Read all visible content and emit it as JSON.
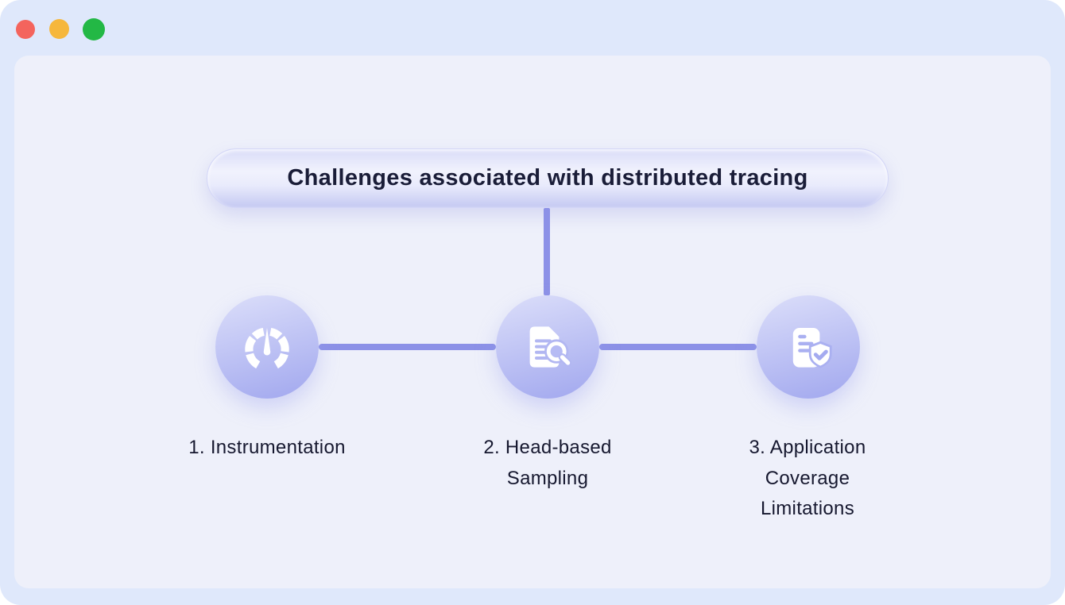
{
  "window": {
    "traffic_lights": {
      "close": "close-button",
      "minimize": "minimize-button",
      "zoom": "zoom-button"
    }
  },
  "diagram": {
    "title": "Challenges associated with distributed tracing",
    "nodes": [
      {
        "icon": "speedometer-icon",
        "lines": [
          "1. Instrumentation"
        ]
      },
      {
        "icon": "document-search-icon",
        "lines": [
          "2. Head-based",
          "Sampling"
        ]
      },
      {
        "icon": "document-shield-check-icon",
        "lines": [
          "3. Application",
          "Coverage",
          "Limitations"
        ]
      }
    ],
    "colors": {
      "frame_bg": "#dfe8fb",
      "panel_bg": "#eef0fa",
      "connector": "#8c91e7",
      "title_text": "#1a1d38",
      "label_text": "#16182f",
      "node_gradient_top": "#d7daf9",
      "node_gradient_bottom": "#a4aaef",
      "icon_foreground": "#ffffff",
      "icon_accent": "#b2b7f2",
      "traffic_red": "#f4645d",
      "traffic_yellow": "#f6b73c",
      "traffic_green": "#23b845"
    }
  }
}
